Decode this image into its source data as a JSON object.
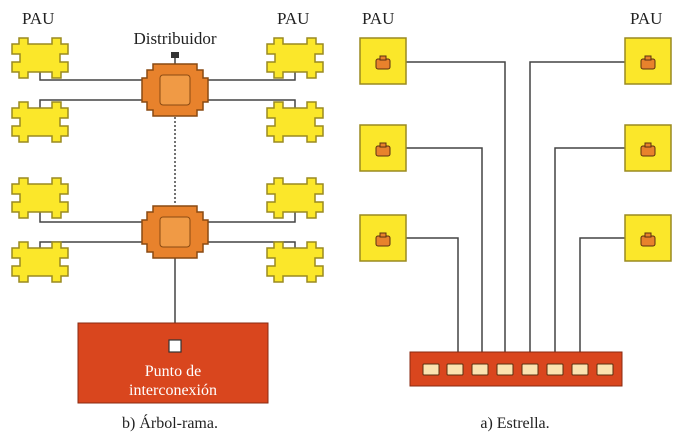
{
  "tree": {
    "pau_left_label": "PAU",
    "pau_right_label": "PAU",
    "distributor_label": "Distribuidor",
    "interconnection_line1": "Punto de",
    "interconnection_line2": "interconexión",
    "caption": "b) Árbol-rama."
  },
  "star": {
    "pau_left_label": "PAU",
    "pau_right_label": "PAU",
    "caption": "a) Estrella."
  },
  "colors": {
    "pau_fill": "#fbe72a",
    "pau_stroke": "#9a8a20",
    "distributor_fill": "#e8822c",
    "distributor_stroke": "#8a4a12",
    "interconnection_fill": "#d9461e",
    "patch_panel_fill": "#d9461e",
    "port_fill": "#fbe3b0",
    "line": "#444444"
  }
}
